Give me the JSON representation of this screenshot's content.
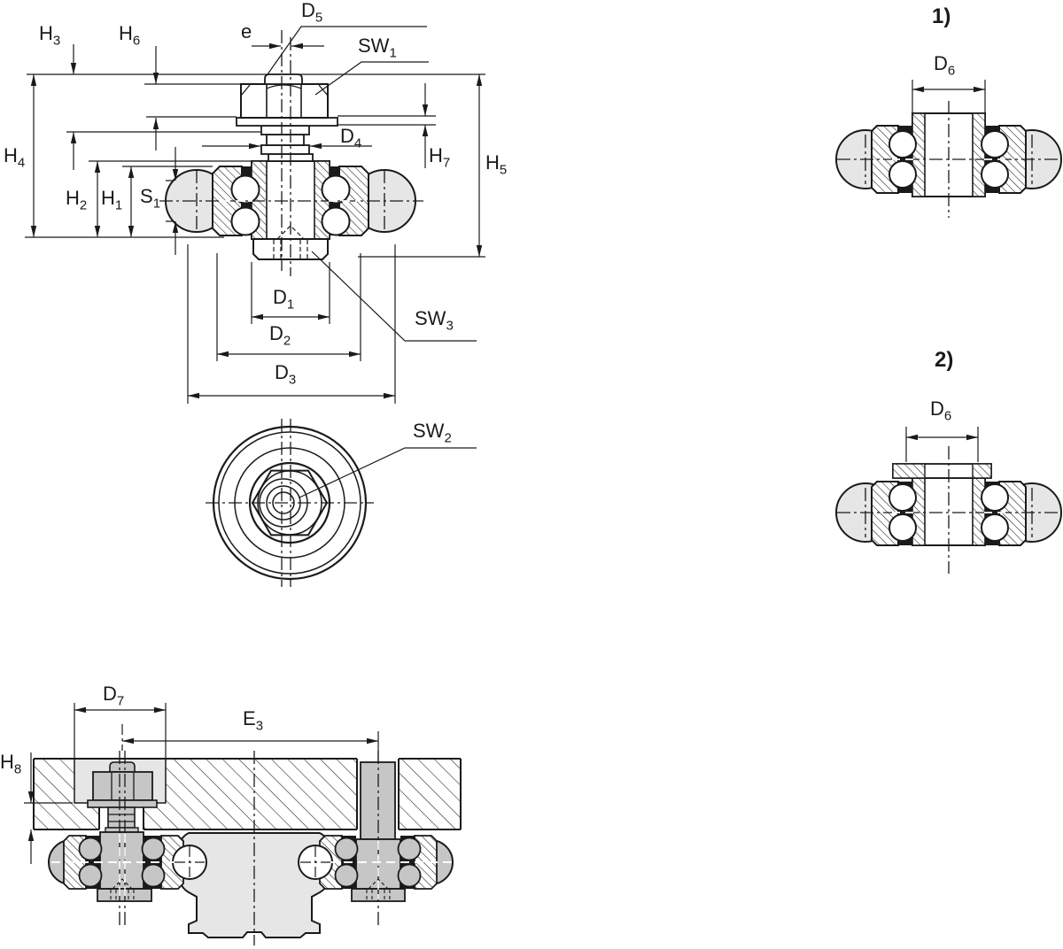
{
  "drawing_meta": {
    "type": "technical-section-drawing",
    "line_color": "#1a1a1a",
    "fill_light_gray": "#e6e6e6",
    "fill_mid_gray": "#c6c6c6",
    "background": "#ffffff"
  },
  "labels": {
    "main_view": {
      "d5": {
        "base": "D",
        "sub": "5"
      },
      "e": {
        "base": "e",
        "sub": ""
      },
      "sw1": {
        "base": "SW",
        "sub": "1"
      },
      "h3": {
        "base": "H",
        "sub": "3"
      },
      "h6": {
        "base": "H",
        "sub": "6"
      },
      "h4": {
        "base": "H",
        "sub": "4"
      },
      "h2": {
        "base": "H",
        "sub": "2"
      },
      "h1": {
        "base": "H",
        "sub": "1"
      },
      "s1": {
        "base": "S",
        "sub": "1"
      },
      "d4": {
        "base": "D",
        "sub": "4"
      },
      "h7": {
        "base": "H",
        "sub": "7"
      },
      "h5": {
        "base": "H",
        "sub": "5"
      },
      "d1": {
        "base": "D",
        "sub": "1"
      },
      "d2": {
        "base": "D",
        "sub": "2"
      },
      "d3": {
        "base": "D",
        "sub": "3"
      },
      "sw3": {
        "base": "SW",
        "sub": "3"
      }
    },
    "top_view": {
      "sw2": {
        "base": "SW",
        "sub": "2"
      }
    },
    "variant_views": {
      "v1_title": "1)",
      "v1_d6": {
        "base": "D",
        "sub": "6"
      },
      "v2_title": "2)",
      "v2_d6": {
        "base": "D",
        "sub": "6"
      }
    },
    "mounting_view": {
      "d7": {
        "base": "D",
        "sub": "7"
      },
      "e3": {
        "base": "E",
        "sub": "3"
      },
      "h8": {
        "base": "H",
        "sub": "8"
      }
    }
  }
}
